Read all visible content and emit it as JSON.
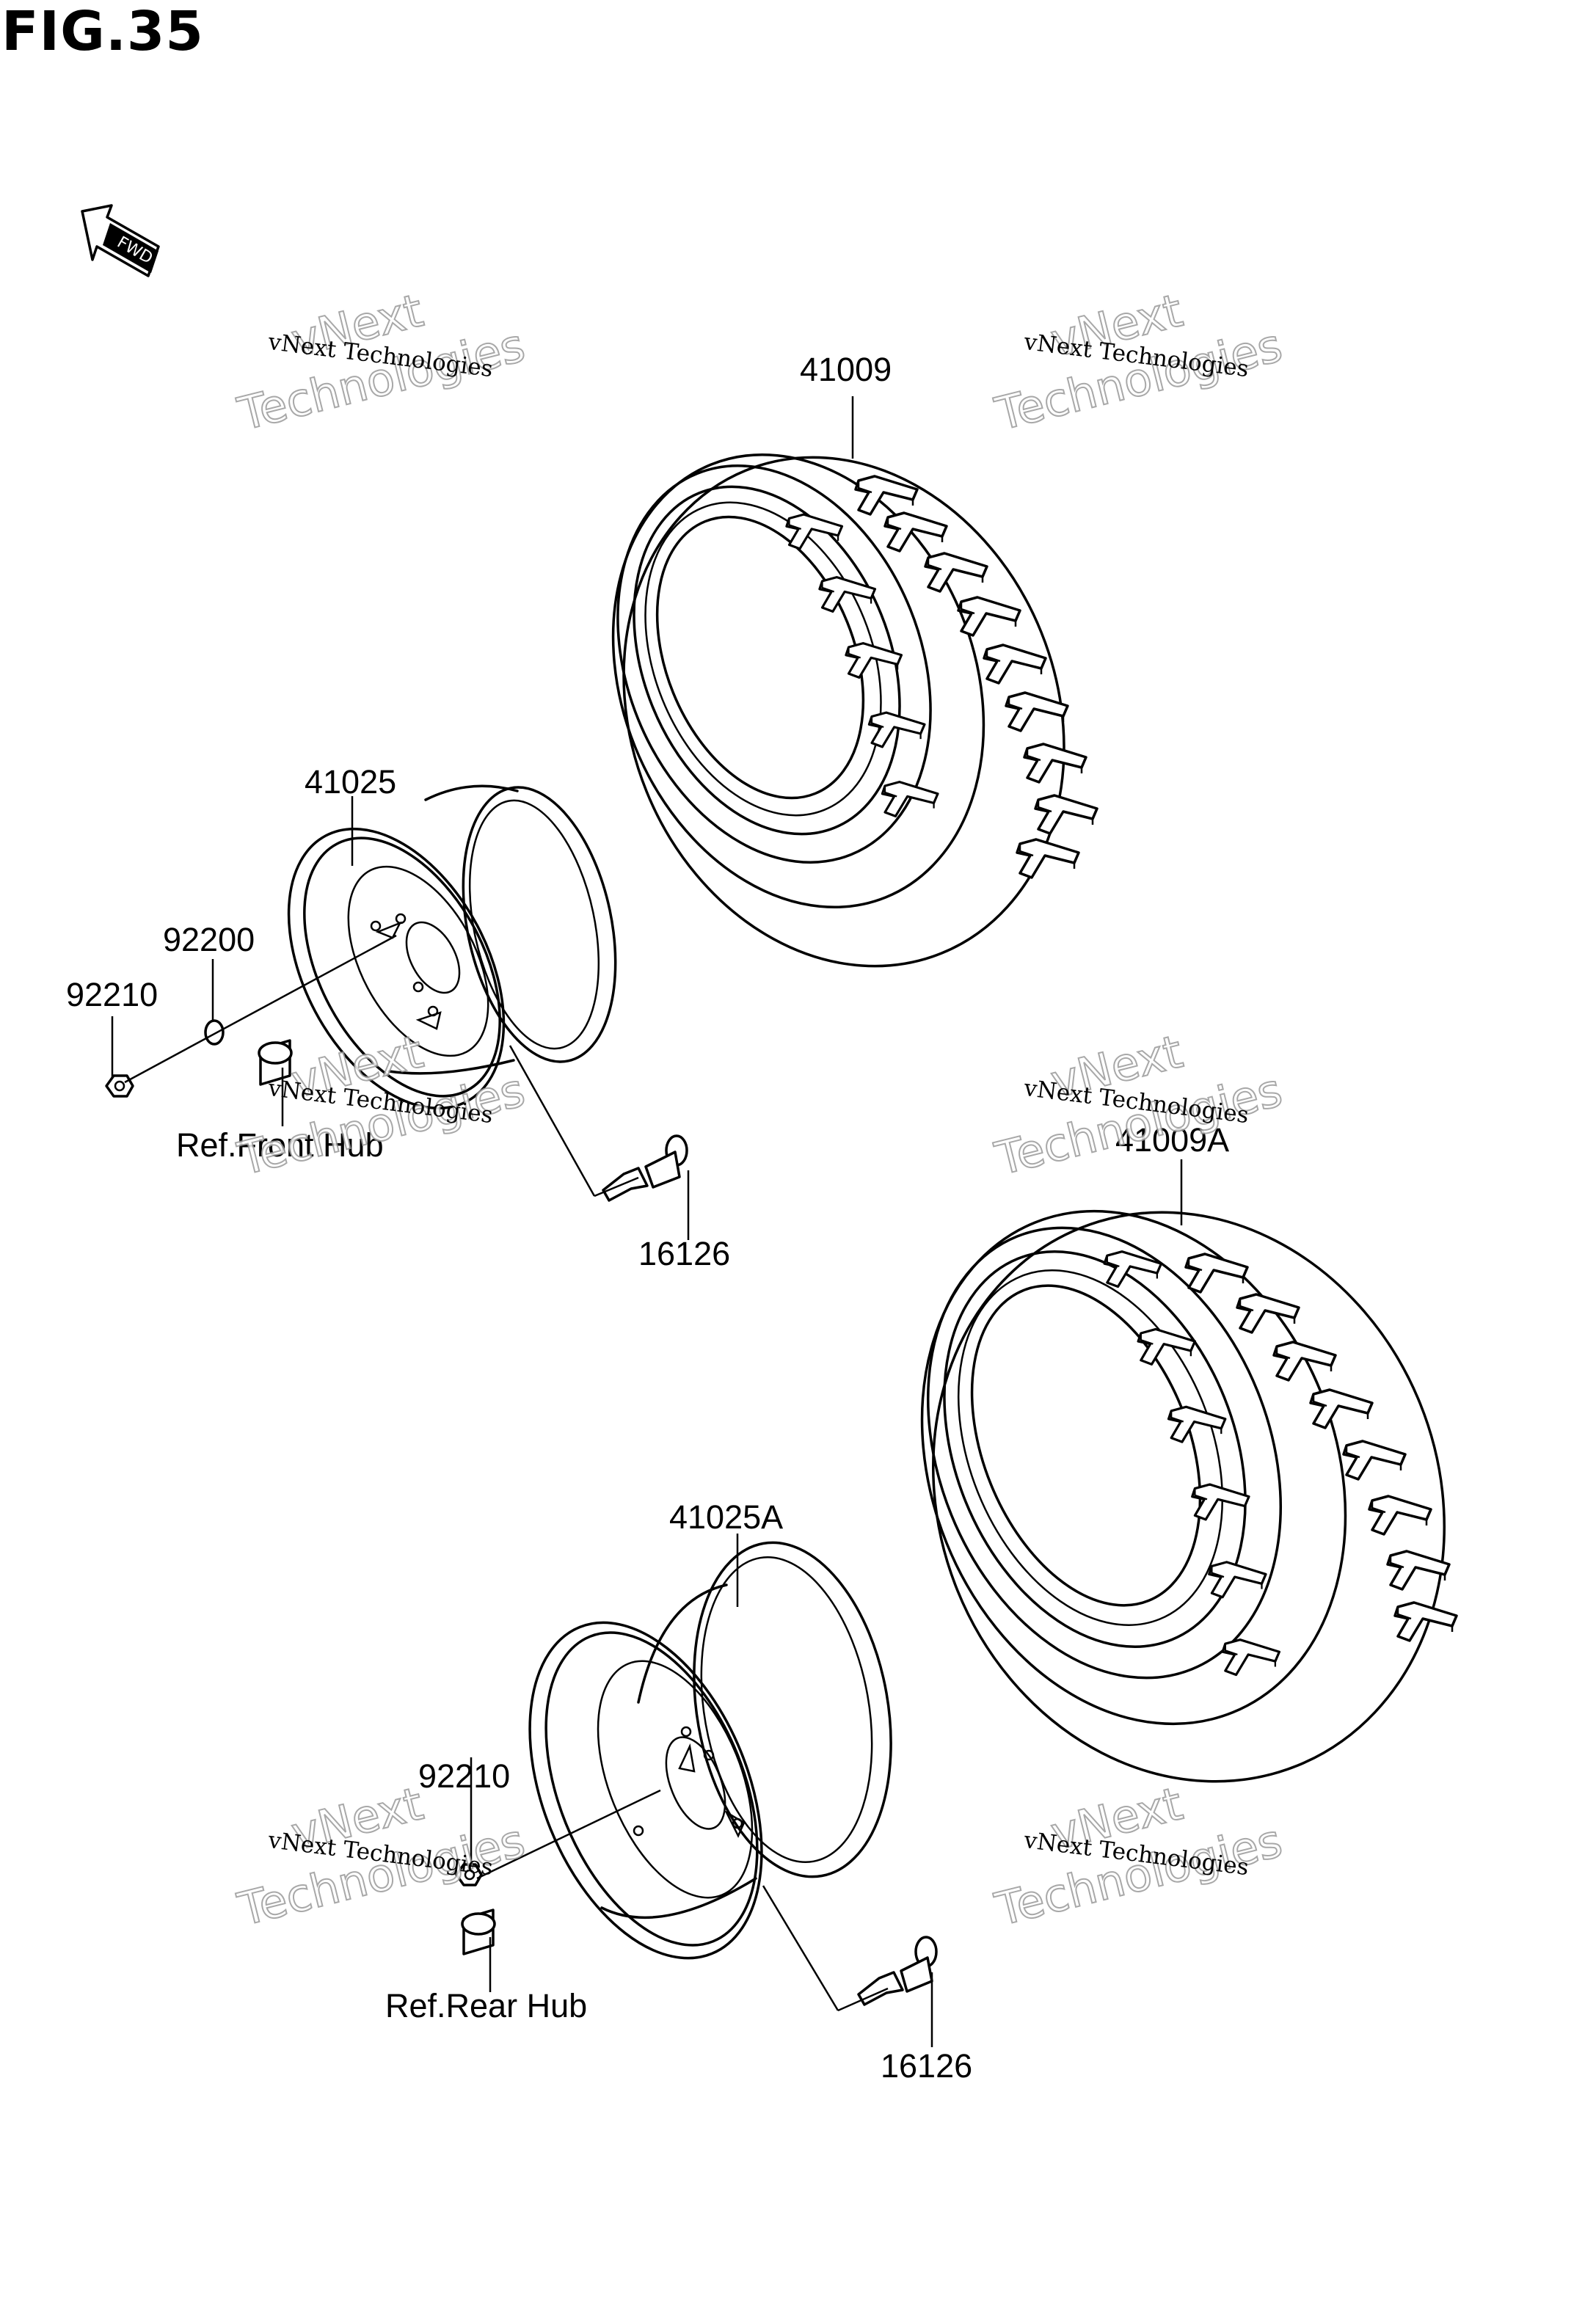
{
  "figure": {
    "title": "FIG.35",
    "direction_badge": "FWD"
  },
  "labels": {
    "tire_front": "41009",
    "wheel_front": "41025",
    "washer_front": "92200",
    "nut_front": "92210",
    "ref_front_hub": "Ref.Front Hub",
    "valve_front": "16126",
    "tire_rear": "41009A",
    "wheel_rear": "41025A",
    "nut_rear": "92210",
    "ref_rear_hub": "Ref.Rear Hub",
    "valve_rear": "16126"
  },
  "watermark": {
    "small": "vNext Technologies",
    "big": "Technologies",
    "top": "vNext"
  }
}
